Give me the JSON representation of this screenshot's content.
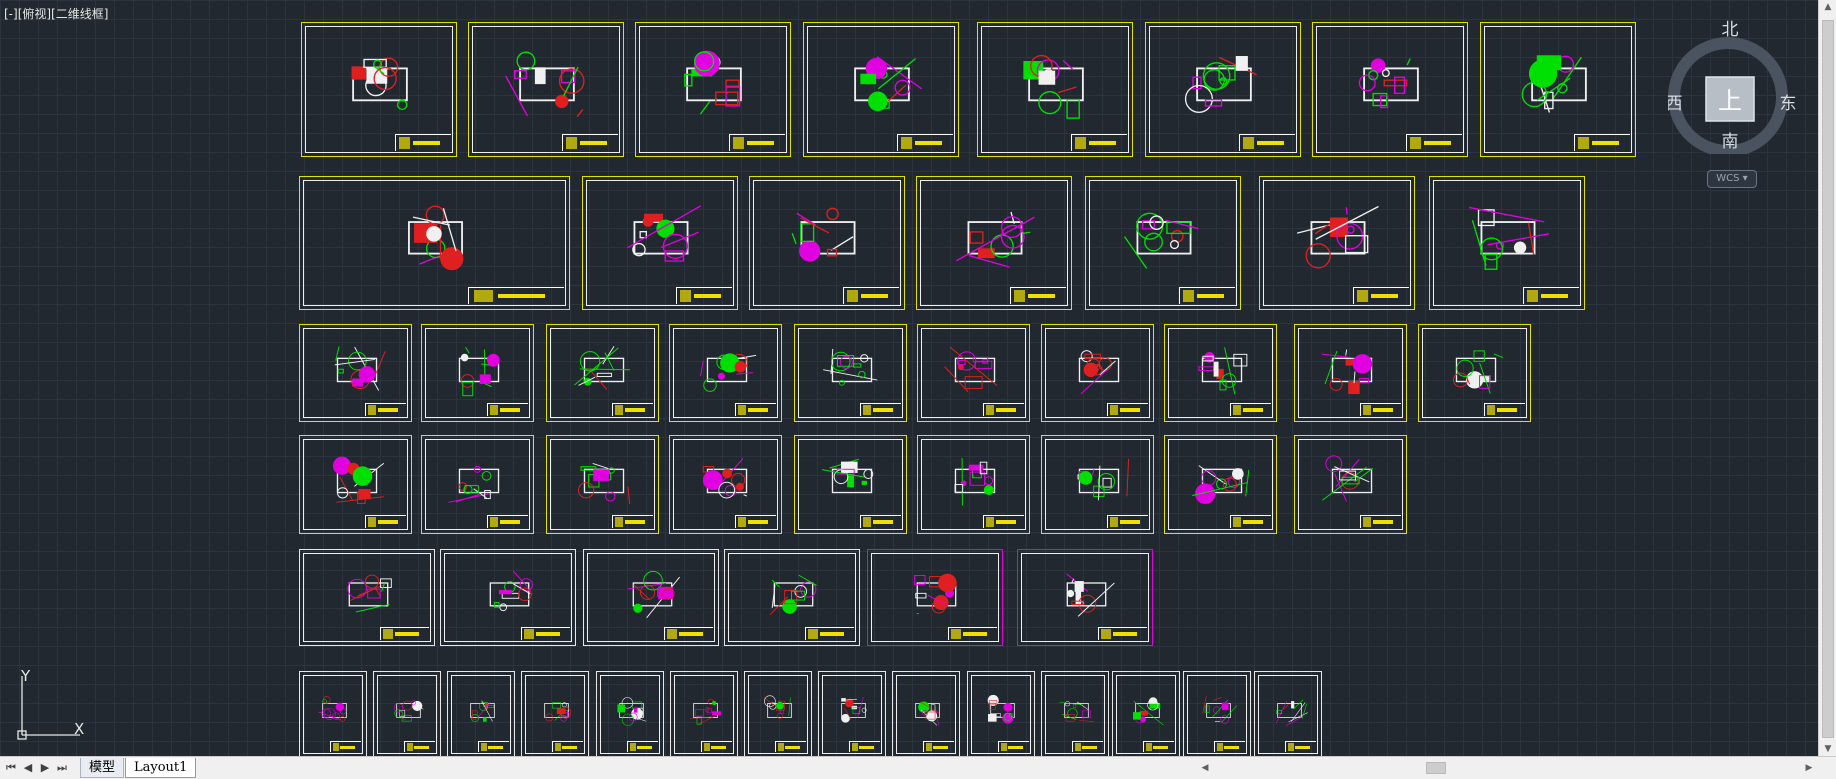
{
  "viewport": {
    "label": "[-][俯视][二维线框]"
  },
  "viewcube": {
    "north": "北",
    "south": "南",
    "east": "东",
    "west": "西",
    "face": "上"
  },
  "wcs": {
    "label": "WCS"
  },
  "ucs": {
    "x_label": "X",
    "y_label": "Y"
  },
  "tabs": {
    "model": "模型",
    "layout": "Layout1"
  },
  "nav": {
    "first": "⏮",
    "prev": "◀",
    "next": "▶",
    "last": "⏭"
  },
  "scroll": {
    "up": "▲",
    "down": "▼",
    "left": "◀",
    "right": "▶"
  },
  "colors": {
    "background": "#212830",
    "frame_yellow": "#e2e200",
    "frame_white": "#e8e8e8",
    "frame_magenta": "#e000e0",
    "drawing_green": "#00e000",
    "drawing_red": "#e02020",
    "drawing_magenta": "#e000e0",
    "drawing_white": "#f0f0f0"
  }
}
